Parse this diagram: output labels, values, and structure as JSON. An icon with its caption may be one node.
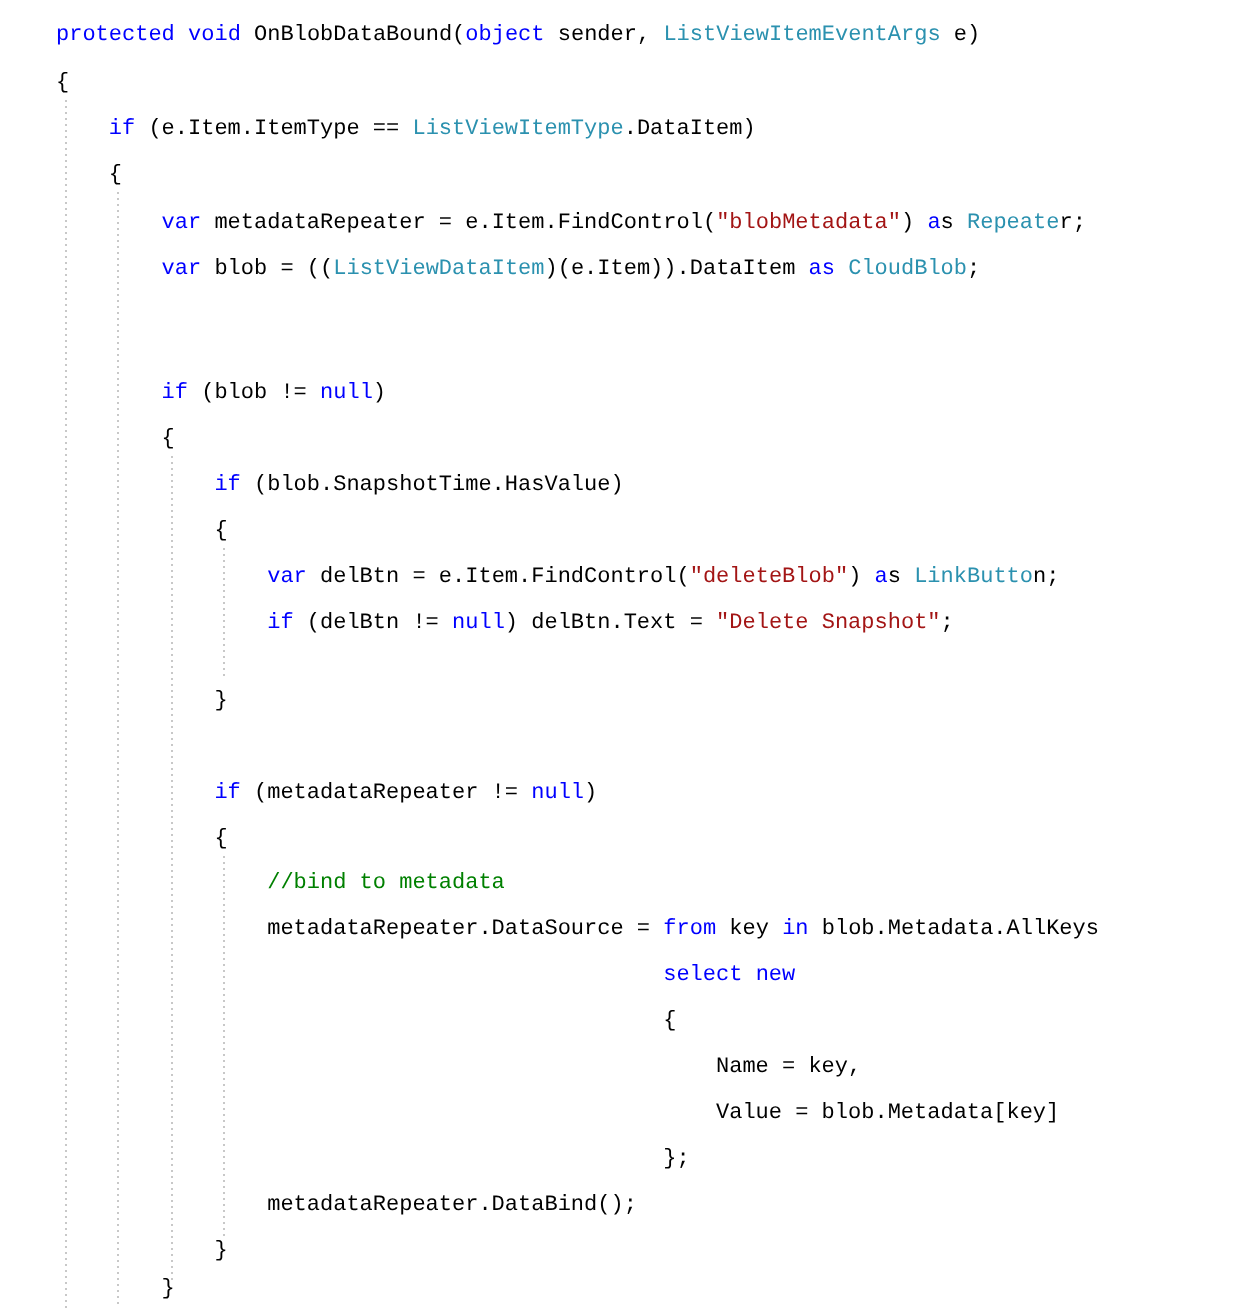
{
  "diagram": {
    "labels": [
      "protected void OnBlobDataBound(object sender, ListViewItemEventArgs e)",
      "{",
      "if (e.Item.ItemType == ListViewItemType.DataItem)",
      "{",
      "var metadataRepeater = e.Item.FindControl(\"blobMetadata\") as Repeater;",
      "var blob = ((ListViewDataItem)(e.Item)).DataItem as CloudBlob;",
      "if (blob != null)",
      "{",
      "if (blob.SnapshotTime.HasValue)",
      "{",
      "var delBtn = e.Item.FindControl(\"deleteBlob\") as LinkButton;",
      "if (delBtn != null) delBtn.Text = \"Delete Snapshot\";",
      "}",
      "if (metadataRepeater != null)",
      "{",
      "//bind to metadata",
      "metadataRepeater.DataSource = from key in blob.Metadata.AllKeys",
      "select new",
      "{",
      "Name = key,",
      "Value = blob.Metadata[key]",
      "};",
      "metadataRepeater.DataBind();",
      "}",
      "}"
    ]
  }
}
